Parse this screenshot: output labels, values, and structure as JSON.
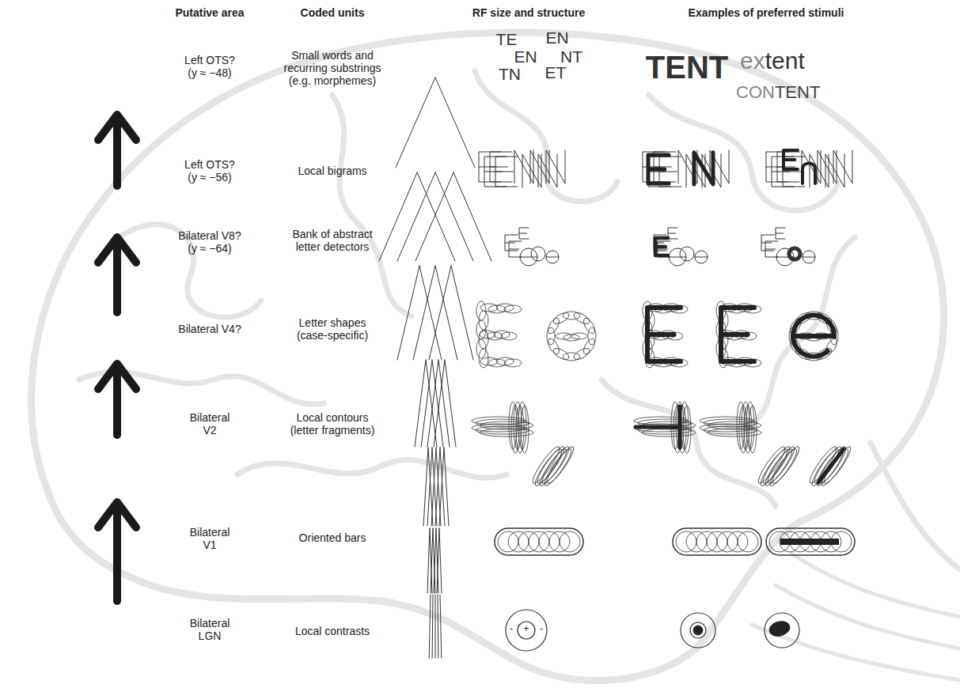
{
  "diagram": {
    "labels": [
      "Putative area",
      "Coded units",
      "RF size and structure",
      "Examples of preferred stimuli",
      "Left OTS? (y ≈ −48)",
      "Small words and recurring substrings (e.g. morphemes)",
      "TE",
      "EN",
      "EN",
      "NT",
      "TN",
      "ET",
      "TENT",
      "ex",
      "tent",
      "CON",
      "TENT",
      "Left OTS? (y ≈ −56)",
      "Local bigrams",
      "Bilateral V8? (y ≈ −64)",
      "Bank of abstract letter detectors",
      "Bilateral V4?",
      "Letter shapes (case-specific)",
      "Bilateral V2",
      "Local contours (letter fragments)",
      "Bilateral V1",
      "Oriented bars",
      "Bilateral LGN",
      "Local contrasts",
      "-",
      "+",
      "-"
    ]
  }
}
